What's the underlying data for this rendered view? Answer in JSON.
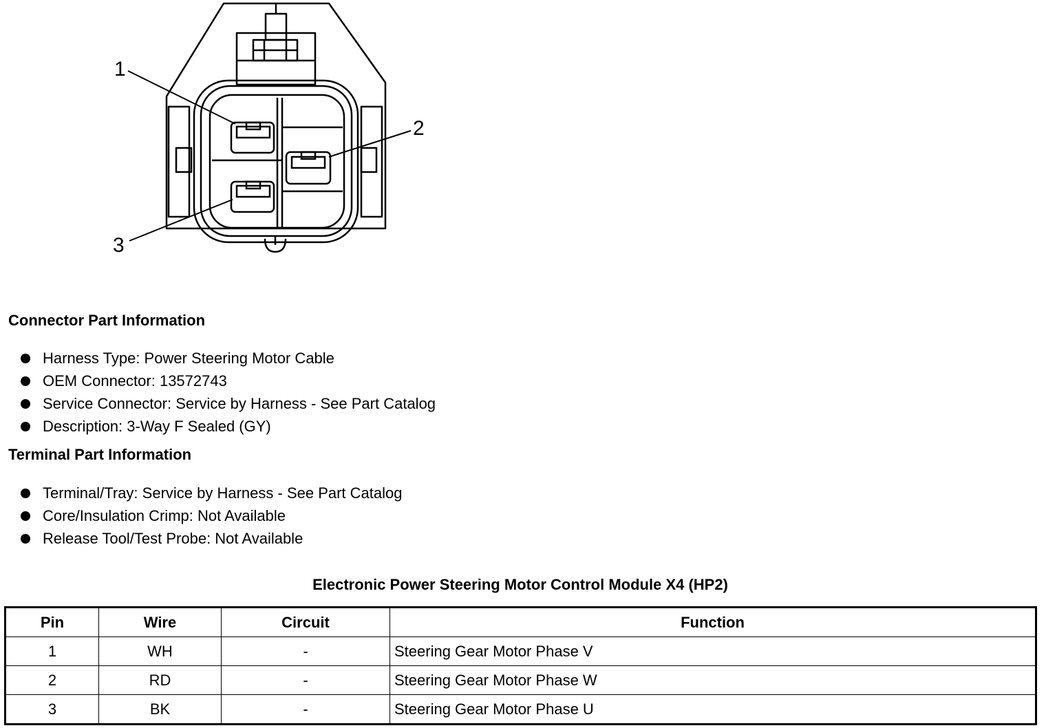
{
  "diagram": {
    "callouts": [
      "1",
      "2",
      "3"
    ]
  },
  "connector_info": {
    "title": "Connector Part Information",
    "items": [
      "Harness Type: Power Steering Motor Cable",
      "OEM Connector: 13572743",
      "Service Connector: Service by Harness - See Part Catalog",
      "Description: 3-Way F Sealed (GY)"
    ]
  },
  "terminal_info": {
    "title": "Terminal Part Information",
    "items": [
      "Terminal/Tray: Service by Harness - See Part Catalog",
      "Core/Insulation Crimp: Not Available",
      "Release Tool/Test Probe: Not Available"
    ]
  },
  "table": {
    "title": "Electronic Power Steering Motor Control Module X4 (HP2)",
    "headers": [
      "Pin",
      "Wire",
      "Circuit",
      "Function"
    ],
    "rows": [
      [
        "1",
        "WH",
        "-",
        "Steering Gear Motor Phase V"
      ],
      [
        "2",
        "RD",
        "-",
        "Steering Gear Motor Phase W"
      ],
      [
        "3",
        "BK",
        "-",
        "Steering Gear Motor Phase U"
      ]
    ]
  }
}
